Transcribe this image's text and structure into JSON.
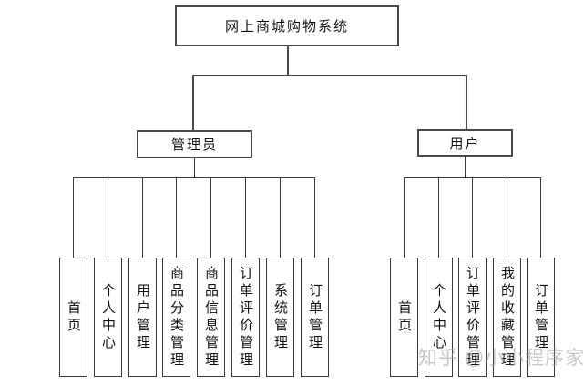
{
  "diagram": {
    "root_label": "网上商城购物系统",
    "branches": [
      {
        "label": "管理员",
        "children": [
          "首页",
          "个人中心",
          "用户管理",
          "商品分类管理",
          "商品信息管理",
          "订单评价管理",
          "系统管理",
          "订单管理"
        ]
      },
      {
        "label": "用户",
        "children": [
          "首页",
          "个人中心",
          "订单评价管理",
          "我的收藏管理",
          "订单管理"
        ]
      }
    ],
    "watermark": "知乎 @小小程序家",
    "colors": {
      "line": "#3c3c3c",
      "box_border": "#4a4a4a",
      "box_background": "#ffffff",
      "text": "#111111",
      "watermark": "#a4a4a4"
    }
  }
}
